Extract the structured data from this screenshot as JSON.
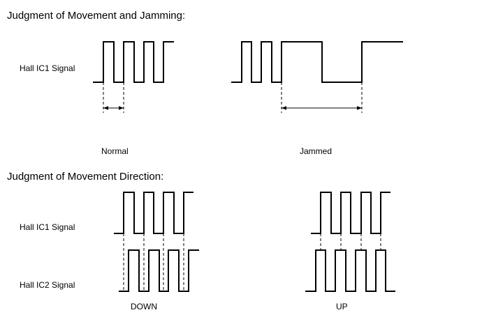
{
  "section1": {
    "title": "Judgment of Movement and Jamming:",
    "row_label": "Hall IC1 Signal",
    "normal_caption": "Normal",
    "jammed_caption": "Jammed"
  },
  "section2": {
    "title": "Judgment of Movement Direction:",
    "ic1_label": "Hall IC1 Signal",
    "ic2_label": "Hall IC2 Signal",
    "down_caption": "DOWN",
    "up_caption": "UP"
  }
}
